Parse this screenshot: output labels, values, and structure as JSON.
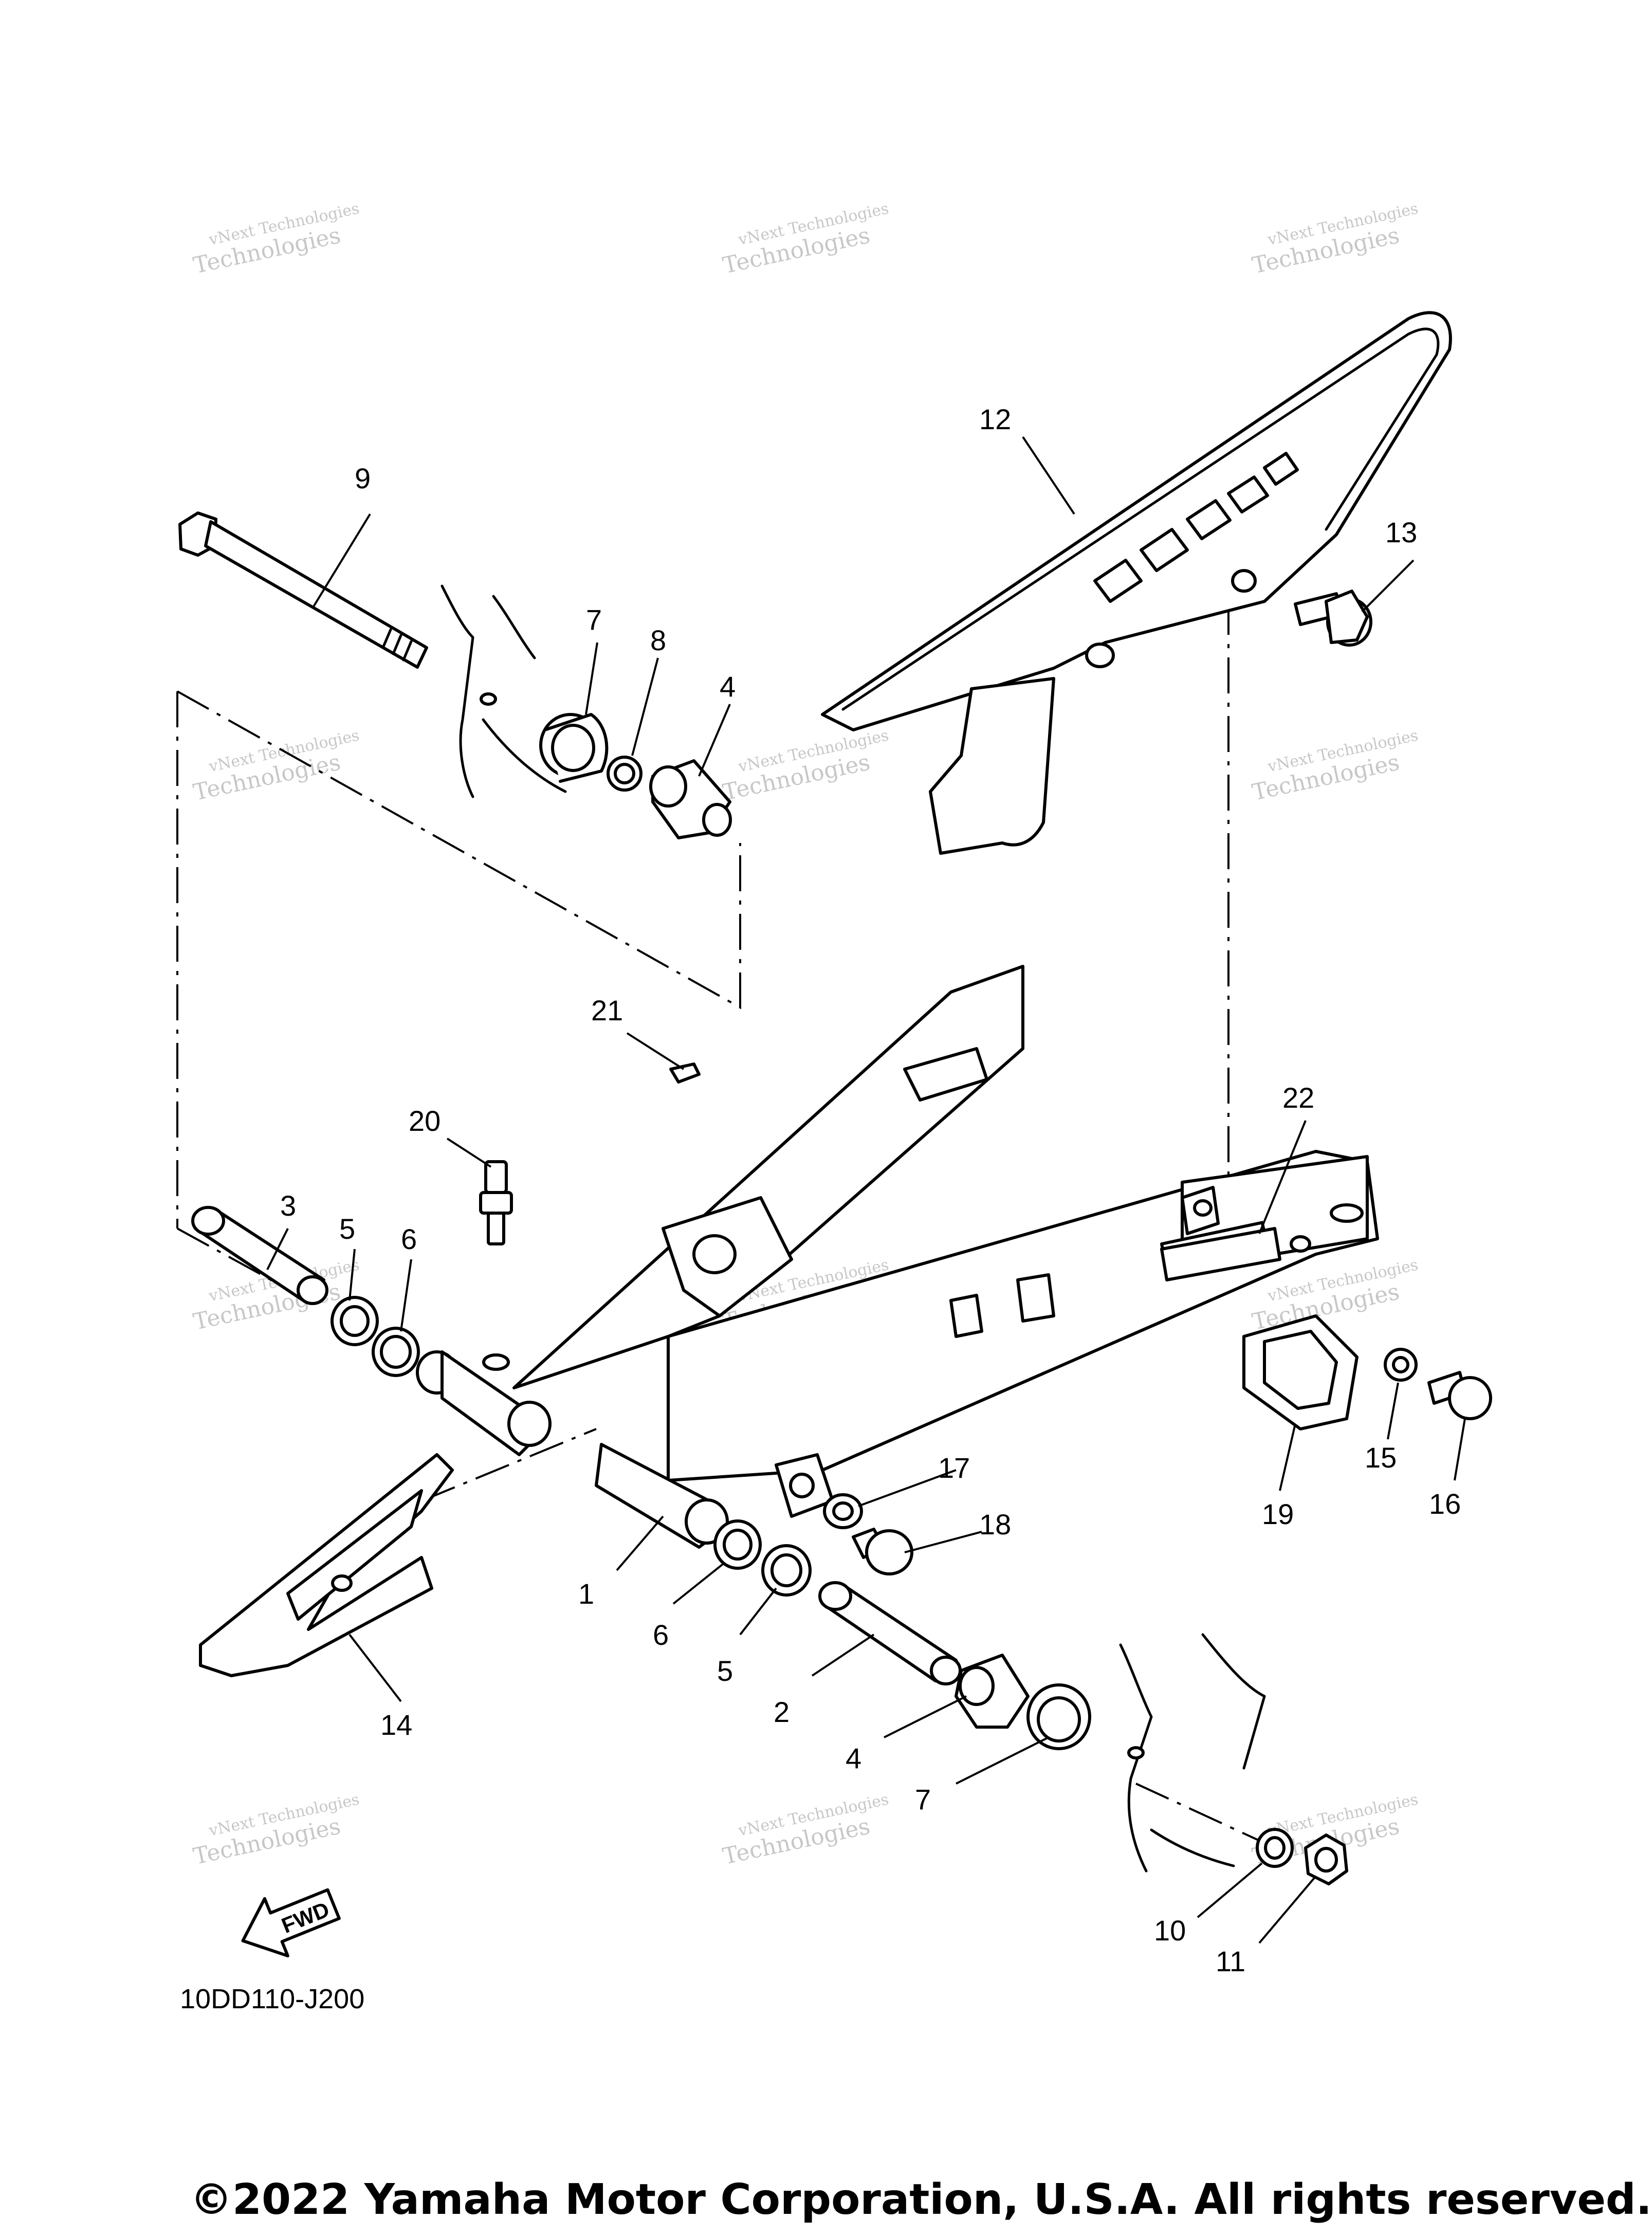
{
  "callouts": [
    "1",
    "2",
    "3",
    "4",
    "4",
    "5",
    "5",
    "6",
    "6",
    "7",
    "7",
    "8",
    "9",
    "10",
    "11",
    "12",
    "13",
    "14",
    "15",
    "16",
    "17",
    "18",
    "19",
    "20",
    "21",
    "22"
  ],
  "watermark": {
    "line1": "vNext Technologies",
    "line2": "Technologies",
    "line3": "vNext"
  },
  "fwd_label": "FWD",
  "diagram_code": "10DD110-J200",
  "copyright": "©2022 Yamaha Motor Corporation, U.S.A. All rights reserved."
}
